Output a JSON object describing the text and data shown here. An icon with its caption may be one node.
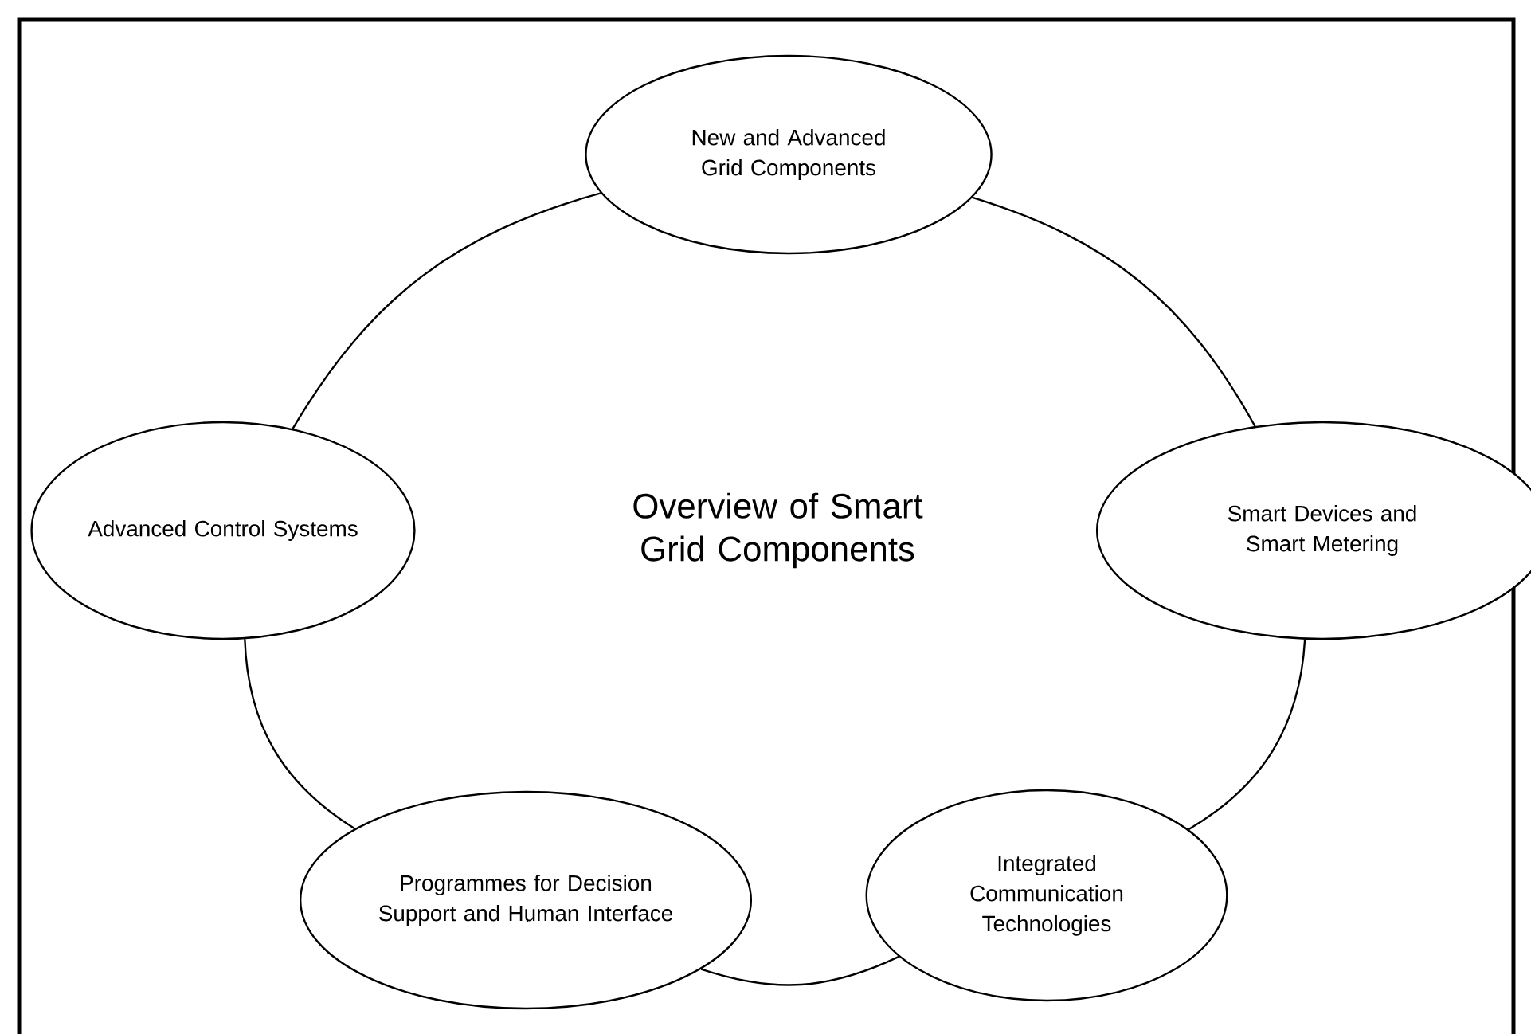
{
  "diagram": {
    "title": "Overview of Smart Grid Components",
    "nodes": [
      {
        "text": [
          "New and Advanced Grid Components"
        ]
      },
      {
        "text": [
          "Advanced Control Systems"
        ]
      },
      {
        "text": [
          "Smart Devices and Smart Metering"
        ]
      },
      {
        "text": [
          "Programmes for Decision Support and Human Interface"
        ]
      },
      {
        "text": [
          "Integrated Communication Technologies"
        ]
      }
    ],
    "edges": [
      {
        "from": 0,
        "to": 2,
        "arrow": "none"
      },
      {
        "from": 2,
        "to": 4,
        "arrow": "none"
      },
      {
        "from": 4,
        "to": 3,
        "arrow": "none"
      },
      {
        "from": 3,
        "to": 1,
        "arrow": "none"
      },
      {
        "from": 1,
        "to": 0,
        "arrow": "none"
      }
    ]
  }
}
